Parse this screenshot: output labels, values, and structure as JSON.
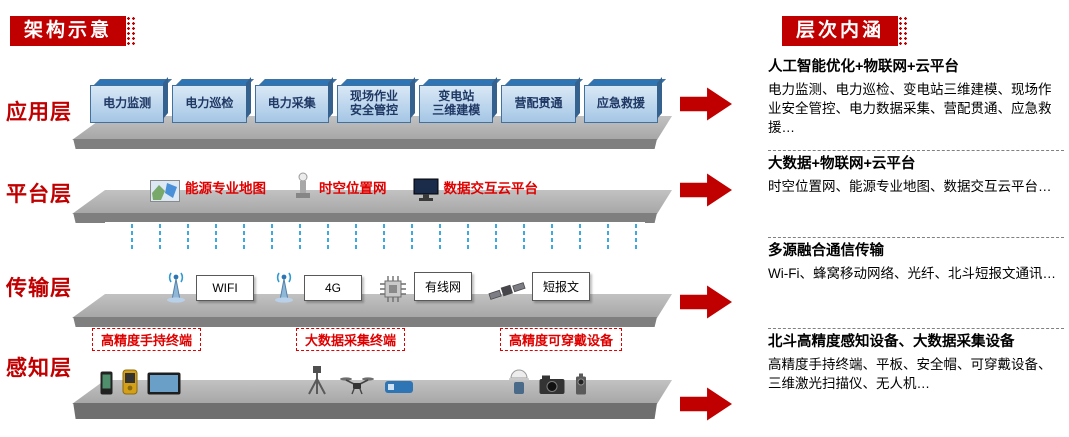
{
  "banners": {
    "left": "架构示意",
    "right": "层次内涵"
  },
  "app_layer": {
    "label": "应用层",
    "boxes": [
      "电力监测",
      "电力巡检",
      "电力采集",
      "现场作业\n安全管控",
      "变电站\n三维建模",
      "营配贯通",
      "应急救援"
    ]
  },
  "platform_layer": {
    "label": "平台层",
    "items": [
      {
        "icon": "map-icon",
        "label": "能源专业地图"
      },
      {
        "icon": "positioning-tower-icon",
        "label": "时空位置网"
      },
      {
        "icon": "monitor-icon",
        "label": "数据交互云平台"
      }
    ]
  },
  "transport_layer": {
    "label": "传输层",
    "items": [
      {
        "icon": "antenna-icon",
        "label": "WIFI"
      },
      {
        "icon": "antenna-icon",
        "label": "4G"
      },
      {
        "icon": "chip-icon",
        "label": "有线网"
      },
      {
        "icon": "satellite-icon",
        "label": "短报文"
      }
    ]
  },
  "perception_layer": {
    "label": "感知层",
    "groups": [
      {
        "label": "高精度手持终端"
      },
      {
        "label": "大数据采集终端"
      },
      {
        "label": "高精度可穿戴设备"
      }
    ]
  },
  "right_panel": {
    "blocks": [
      {
        "title": "人工智能优化+物联网+云平台",
        "body": "电力监测、电力巡检、变电站三维建模、现场作业安全管控、电力数据采集、营配贯通、应急救援…"
      },
      {
        "title": "大数据+物联网+云平台",
        "body": "时空位置网、能源专业地图、数据交互云平台…"
      },
      {
        "title": "多源融合通信传输",
        "body": "Wi-Fi、蜂窝移动网络、光纤、北斗短报文通讯…"
      },
      {
        "title": "北斗高精度感知设备、大数据采集设备",
        "body": "高精度手持终端、平板、安全帽、可穿戴设备、三维激光扫描仪、无人机…"
      }
    ]
  },
  "colors": {
    "accent_red": "#C00000",
    "label_red": "#E00000",
    "box_face_blue": "#A5C6E5",
    "box_top_blue": "#2E75B6",
    "slab_top_gray": "#A6A6A6",
    "slab_front_gray": "#7F7F7F",
    "connector_blue": "#3FA9DC"
  }
}
